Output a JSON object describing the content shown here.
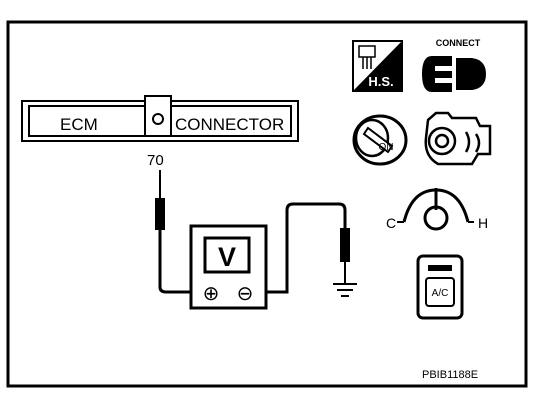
{
  "connector": {
    "left_label": "ECM",
    "right_label": "CONNECTOR"
  },
  "terminal_number": "70",
  "meter": {
    "label": "V",
    "plus_symbol": "⊕",
    "minus_symbol": "⊖"
  },
  "icons": {
    "connect_label": "CONNECT",
    "hs_label": "H.S.",
    "ignition_label": "ON",
    "ac_label": "A/C",
    "temp_cold_label": "C",
    "temp_hot_label": "H"
  },
  "figure_code": "PBIB1188E"
}
